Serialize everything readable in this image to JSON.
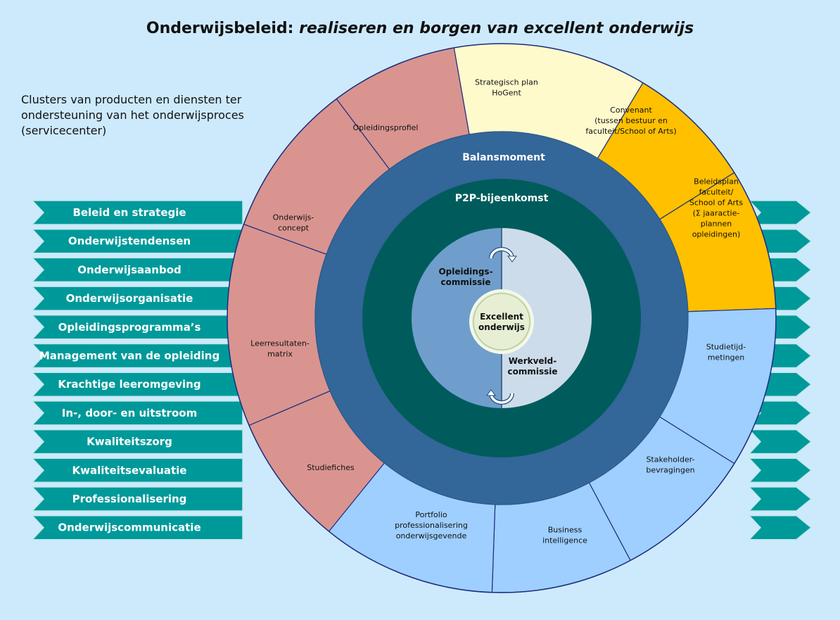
{
  "title": {
    "main": "Onderwijsbeleid:",
    "italic": "realiseren en borgen van excellent onderwijs"
  },
  "subtitle": "Clusters van producten en diensten ter ondersteuning van het onderwijsproces (servicecenter)",
  "arrows": [
    "Beleid en strategie",
    "Onderwijstendensen",
    "Onderwijsaanbod",
    "Onderwijsorganisatie",
    "Opleidingsprogramma’s",
    "Management van de opleiding",
    "Krachtige leeromgeving",
    "In-, door- en uitstroom",
    "Kwaliteitszorg",
    "Kwaliteitsevaluatie",
    "Professionalisering",
    "Onderwijscommunicatie"
  ],
  "outer_segments": [
    {
      "lines": [
        "Strategisch plan",
        "HoGent"
      ],
      "color": "#fffacc"
    },
    {
      "lines": [
        "Convenant",
        "(tussen bestuur en",
        "faculteit/School of Arts)"
      ],
      "color": "#ffc000"
    },
    {
      "lines": [
        "Beleidsplan",
        "faculteit/",
        "School of Arts",
        "(Σ jaaractie-",
        "plannen",
        "opleidingen)"
      ],
      "color": "#ffc000"
    },
    {
      "lines": [
        "Studietijd-",
        "metingen"
      ],
      "color": "#9ecfff"
    },
    {
      "lines": [
        "Stakeholder-",
        "bevragingen"
      ],
      "color": "#9ecfff"
    },
    {
      "lines": [
        "Business",
        "intelligence"
      ],
      "color": "#9ecfff"
    },
    {
      "lines": [
        "Portfolio",
        "professionalisering",
        "onderwijsgevende"
      ],
      "color": "#9ecfff"
    },
    {
      "lines": [
        "Studiefiches"
      ],
      "color": "#d9948f"
    },
    {
      "lines": [
        "Leerresultaten-",
        "matrix"
      ],
      "color": "#d9948f"
    },
    {
      "lines": [
        "Onderwijs-",
        "concept"
      ],
      "color": "#d9948f"
    },
    {
      "lines": [
        "Opleidingsprofiel"
      ],
      "color": "#d9948f"
    }
  ],
  "rings": {
    "balans": "Balansmoment",
    "p2p": "P2P-bijeenkomst"
  },
  "core": {
    "left": [
      "Opleidings-",
      "commissie"
    ],
    "right": [
      "Werkveld-",
      "commissie"
    ],
    "center": [
      "Excellent",
      "onderwijs"
    ]
  },
  "colors": {
    "background": "#cdeafc",
    "arrow": "#00999a",
    "balans_ring": "#336699",
    "p2p_ring": "#005c5c",
    "core_left": "#6f9ecc",
    "core_right": "#cddcea"
  }
}
